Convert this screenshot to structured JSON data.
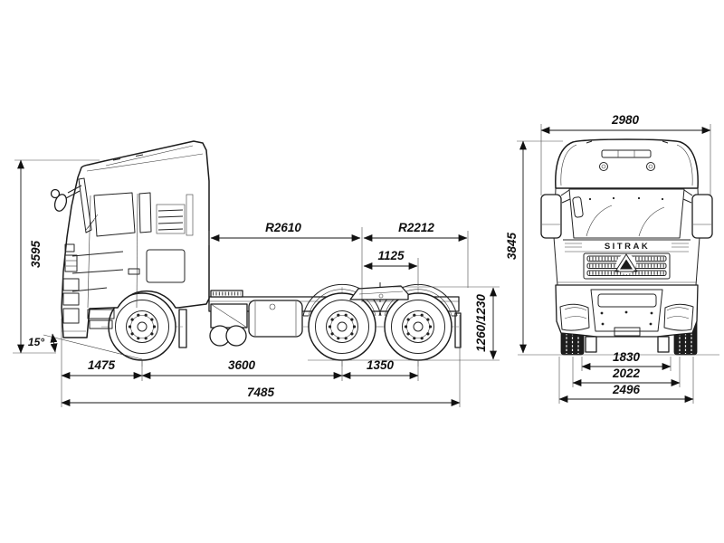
{
  "diagram": {
    "brand": "SITRAK",
    "colors": {
      "line": "#1c1c1c",
      "background": "#ffffff"
    },
    "side_view": {
      "overall_height": "3595",
      "approach_angle": "15°",
      "cab_swing_radius": "R2610",
      "rear_swing_radius": "R2212",
      "kingpin_to_rear_axle": "1125",
      "fifth_wheel_height": "1260/1230",
      "front_overhang": "1475",
      "wheelbase": "3600",
      "bogie_spread": "1350",
      "overall_length": "7485"
    },
    "front_view": {
      "width_over_mirrors": "2980",
      "overall_height": "3845",
      "front_track": "1830",
      "mid_width": "2022",
      "overall_width": "2496"
    }
  }
}
